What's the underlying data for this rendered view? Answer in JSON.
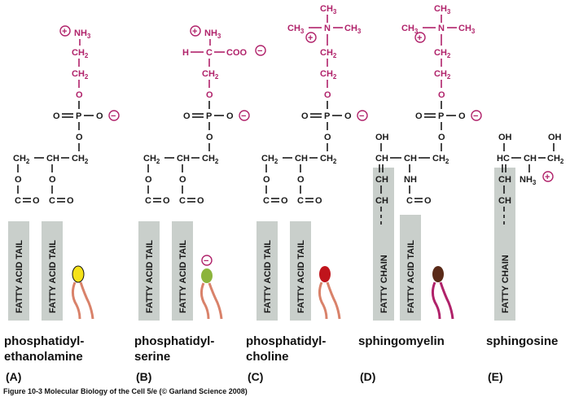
{
  "atoms": {
    "nh3": "NH",
    "nh3_sub": "3",
    "ch2": "CH",
    "ch2_sub": "2",
    "ch": "CH",
    "ch3": "CH",
    "ch3_sub": "3",
    "o": "O",
    "p": "P",
    "n": "N",
    "h": "H",
    "c": "C",
    "coo": "COO",
    "oh": "OH",
    "nh": "NH",
    "hc": "HC",
    "plus": "+",
    "minus": "−"
  },
  "tails": {
    "fatty_acid_tail": "FATTY ACID TAIL",
    "fatty_chain": "FATTY CHAIN"
  },
  "panels": [
    {
      "letter": "(A)",
      "name_line1": "phosphatidyl-",
      "name_line2": "ethanolamine",
      "head_color": "#f5e21a"
    },
    {
      "letter": "(B)",
      "name_line1": "phosphatidyl-",
      "name_line2": "serine",
      "head_color": "#8cb43c"
    },
    {
      "letter": "(C)",
      "name_line1": "phosphatidyl-",
      "name_line2": "choline",
      "head_color": "#c0141c"
    },
    {
      "letter": "(D)",
      "name_line1": "sphingomyelin",
      "name_line2": "",
      "head_color": "#5a2a18"
    },
    {
      "letter": "(E)",
      "name_line1": "sphingosine",
      "name_line2": ""
    }
  ],
  "caption": "Figure 10-3  Molecular Biology of the Cell 5/e (© Garland Science 2008)",
  "colors": {
    "headgroup": "#b0226a",
    "tail_box": "#c9cfcb",
    "tail_legs_pe_ps_pc": "#d9826a",
    "tail_legs_sm": "#b0226a"
  }
}
